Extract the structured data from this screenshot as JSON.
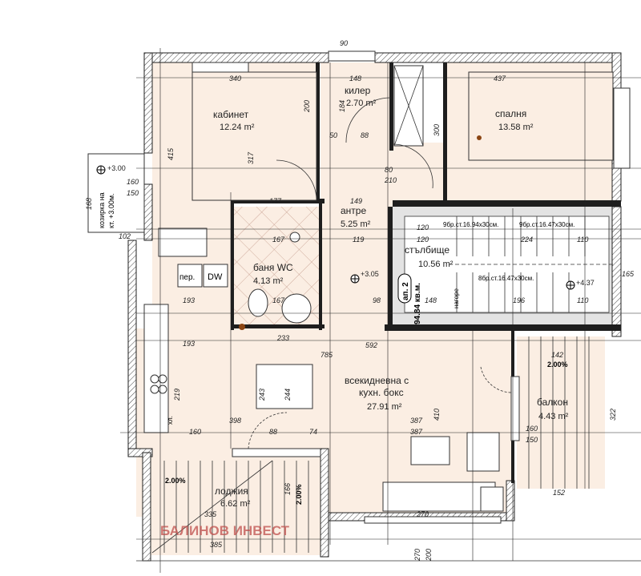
{
  "rooms": [
    {
      "name": "кабинет",
      "area": "12.24 m²"
    },
    {
      "name": "килер",
      "area": "2.70 m²"
    },
    {
      "name": "спалня",
      "area": "13.58 m²"
    },
    {
      "name": "антре",
      "area": "5.25 m²"
    },
    {
      "name": "баня WC",
      "area": "4.13 m²"
    },
    {
      "name": "стълбище",
      "area": "10.56 m²"
    },
    {
      "name": "всекидневна с",
      "name2": "кухн. бокс",
      "area": "27.91 m²"
    },
    {
      "name": "балкон",
      "area": "4.43 m²"
    },
    {
      "name": "лоджия",
      "area": "6.62 m²"
    }
  ],
  "apartment": {
    "label": "ап. 2",
    "area": "94.84 кв.м."
  },
  "canopy": {
    "label": "козирка на",
    "label2": "кт. +3.00м.",
    "level": "+3.00"
  },
  "levels": {
    "main": "+3.05",
    "stair": "+4.37"
  },
  "stairs": {
    "flight1": "9бр.ст.16.94x30см.",
    "flight2": "9бр.ст.16.47x30см.",
    "flight3": "8бр.ст.16.47x30см.",
    "up": "нагоре"
  },
  "appliances": {
    "fridge": "хл.",
    "dishwasher": "DW",
    "washer": "пер."
  },
  "slopes": {
    "balcony": "2.00%",
    "loggia": "2.00%",
    "loggia2": "2.00%"
  },
  "watermark": "БАЛИНОВ ИНВЕСТ",
  "dimensions": {
    "top90": "90",
    "d340": "340",
    "d148": "148",
    "d437": "437",
    "d200": "200",
    "d184": "184",
    "d300": "300",
    "d415": "415",
    "d317": "317",
    "d177": "177",
    "d149": "149",
    "d119": "119",
    "d120": "120",
    "d120b": "120",
    "d167": "167",
    "d167b": "167",
    "d224": "224",
    "d110": "110",
    "d110b": "110",
    "d196": "196",
    "d148b": "148",
    "d233": "233",
    "d592": "592",
    "d785": "785",
    "d398": "398",
    "d387": "387",
    "d387b": "387",
    "d410": "410",
    "d160": "160",
    "d88": "88",
    "d74": "74",
    "d243": "243",
    "d244": "244",
    "d166": "166",
    "d270": "270",
    "d335": "335",
    "d385": "385",
    "d142": "142",
    "d152": "152",
    "d193": "193",
    "d193b": "193",
    "d219": "219",
    "d168": "168",
    "d102": "102",
    "d160a": "160",
    "d150a": "150",
    "d160b": "160",
    "d150b": "150",
    "d165": "165",
    "d322": "322",
    "d270b": "270",
    "d200b": "200",
    "d98": "98",
    "d50": "50",
    "d88b": "88",
    "d80": "80",
    "d210": "210"
  }
}
